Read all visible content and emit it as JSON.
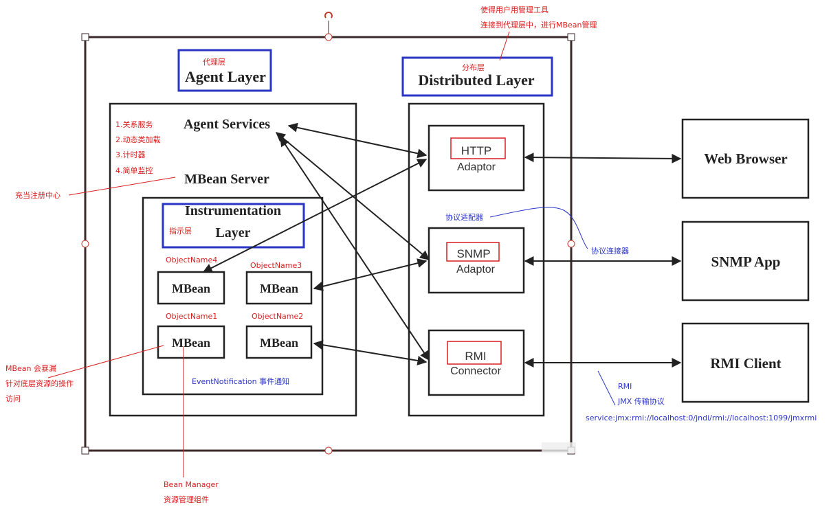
{
  "colors": {
    "frame": "#3a2a2a",
    "box_black": "#222222",
    "box_blue": "#2a35c6",
    "annotation_red": "#d81e1e",
    "annotation_blue": "#2a35c6"
  },
  "agent_layer": {
    "title": "Agent Layer",
    "cn_label": "代理层",
    "agent_services": "Agent Services",
    "services": [
      "1.关系服务",
      "2.动态类加载",
      "3.计时器",
      "4.简单监控"
    ],
    "mbean_server": "MBean Server",
    "mbean_server_note": "充当注册中心"
  },
  "instrumentation": {
    "title_line1": "Instrumentation",
    "title_line2": "Layer",
    "cn_label": "指示层",
    "mbeans": [
      {
        "object_name": "ObjectName4",
        "label": "MBean"
      },
      {
        "object_name": "ObjectName3",
        "label": "MBean"
      },
      {
        "object_name": "ObjectName1",
        "label": "MBean"
      },
      {
        "object_name": "ObjectName2",
        "label": "MBean"
      }
    ],
    "event_notification": "EventNotification 事件通知",
    "mbean_note": [
      "MBean 会暴漏",
      "针对底层资源的操作",
      "访问"
    ],
    "bean_manager": [
      "Bean Manager",
      "资源管理组件"
    ]
  },
  "distributed_layer": {
    "title": "Distributed Layer",
    "cn_label": "分布层",
    "note": [
      "使得用户用管理工具",
      "连接到代理层中，进行MBean管理"
    ],
    "adaptor_note": "协议适配器",
    "connector_note": "协议连接器",
    "adaptors": [
      {
        "protocol": "HTTP",
        "kind": "Adaptor"
      },
      {
        "protocol": "SNMP",
        "kind": "Adaptor"
      },
      {
        "protocol": "RMI",
        "kind": "Connector"
      }
    ]
  },
  "clients": [
    "Web Browser",
    "SNMP App",
    "RMI Client"
  ],
  "rmi_note": [
    "RMI",
    "JMX 传输协议",
    "service:jmx:rmi://localhost:0/jndi/rmi://localhost:1099/jmxrmi"
  ]
}
